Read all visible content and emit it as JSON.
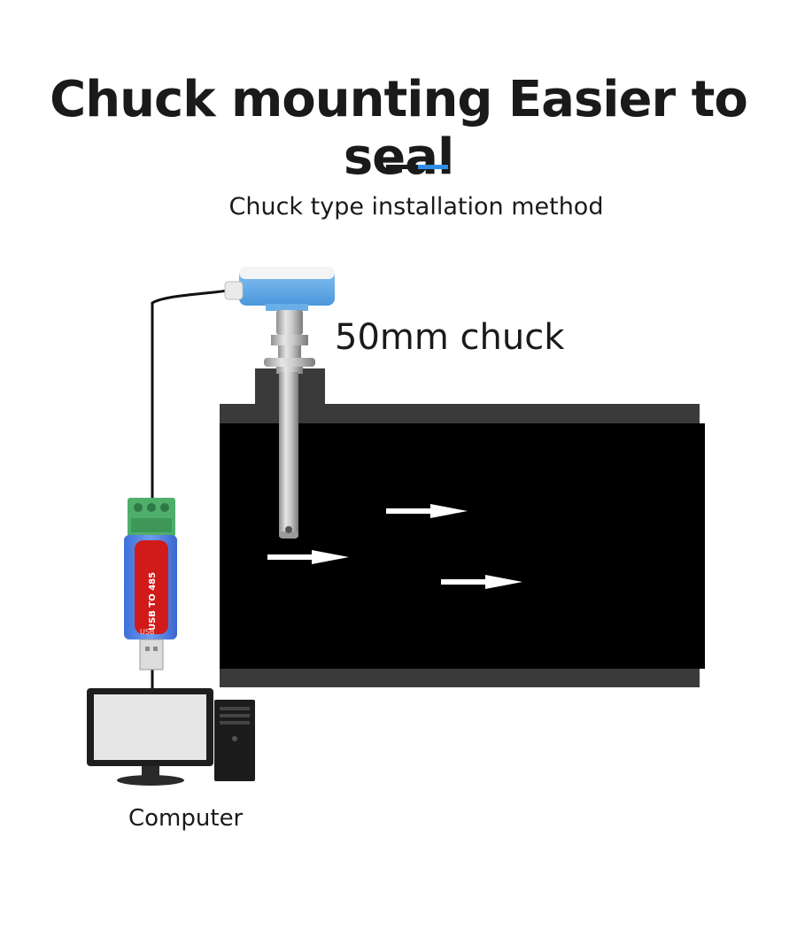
{
  "header": {
    "title": "Chuck mounting Easier to seal",
    "subtitle": "Chuck type installation method"
  },
  "labels": {
    "chuck": "50mm chuck",
    "computer": "Computer"
  },
  "converter": {
    "text_main": "USB TO 485",
    "text_small": "USB"
  },
  "colors": {
    "accent_blue": "#2f8de4",
    "sensor_blue": "#5aa7e6",
    "pipe": "#000000",
    "pipe_edge": "#3a3a3a",
    "converter_red": "#d11a1a",
    "terminal_green": "#4fae6a"
  },
  "icons": [
    "sensor-head-icon",
    "probe-icon",
    "usb-converter-icon",
    "computer-icon",
    "flow-arrow-icon"
  ]
}
